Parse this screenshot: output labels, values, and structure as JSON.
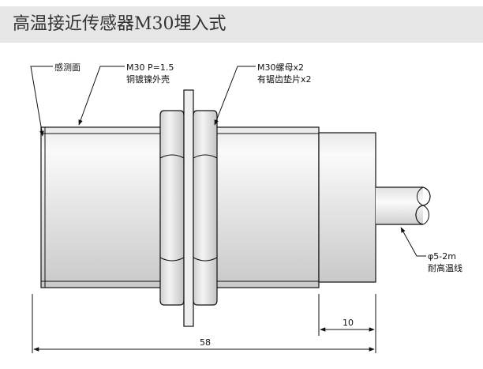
{
  "title": "高温接近传感器M30埋入式",
  "labels": {
    "sensing_face": "感测面",
    "thread_line1": "M30  P=1.5",
    "thread_line2": "铜镀镍外壳",
    "nut_line1": "M30螺母x2",
    "nut_line2": "有锯齿垫片x2",
    "cable_line1": "φ5-2m",
    "cable_line2": "耐高温线"
  },
  "dimensions": {
    "small": "10",
    "overall": "58"
  },
  "colors": {
    "header_bg": "#e6e6e6",
    "body_light": "#f2f2f2",
    "body_mid": "#d9d9d9",
    "line": "#111111"
  }
}
